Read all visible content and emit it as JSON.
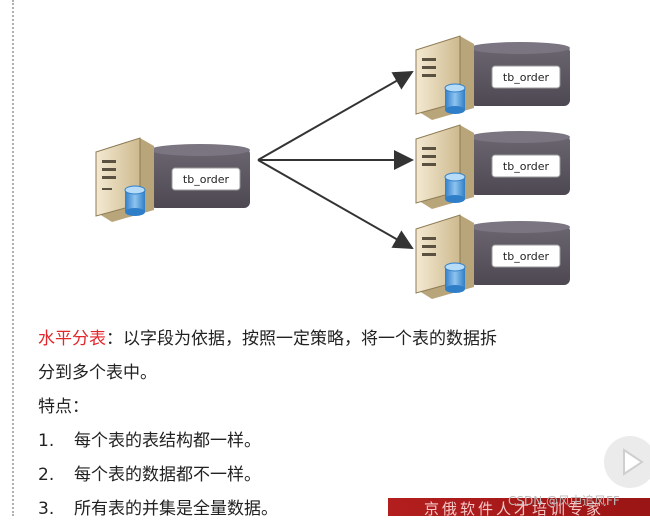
{
  "diagram": {
    "source_table": "tb_order",
    "targets": [
      "tb_order",
      "tb_order",
      "tb_order"
    ]
  },
  "text": {
    "highlight": "水平分表",
    "line1_rest": "：以字段为依据，按照一定策略，将一个表的数据拆",
    "line2": "分到多个表中。",
    "features_title": "特点：",
    "items": [
      {
        "num": "1.",
        "text": "每个表的表结构都一样。"
      },
      {
        "num": "2.",
        "text": "每个表的数据都不一样。"
      },
      {
        "num": "3.",
        "text": "所有表的并集是全量数据。"
      }
    ]
  },
  "watermark": "CSDN @风中追风FF",
  "banner": "京俄软件人才培训专家",
  "colors": {
    "highlight": "#e2262b",
    "db": "#5e5962",
    "server": "#e9dcc0"
  }
}
